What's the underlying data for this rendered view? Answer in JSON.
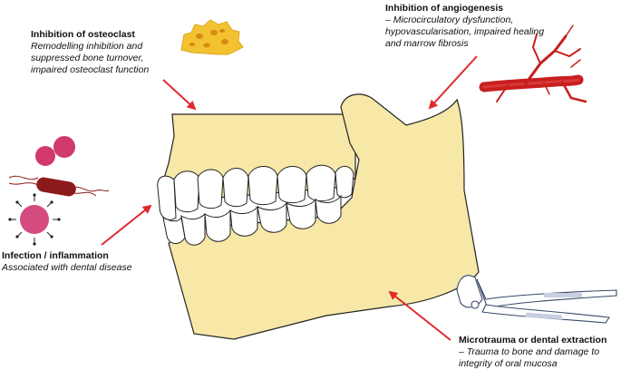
{
  "colors": {
    "jaw": "#f7e8a8",
    "outline": "#222222",
    "arrow": "#e02a2e",
    "osteoclast": "#f2c230",
    "vessel": "#c81e1e",
    "bacteria": "#d0386e",
    "bacillus": "#8c1a1a",
    "virus": "#d54b7f"
  },
  "labels": {
    "osteoclast": {
      "title": "Inhibition of osteoclast",
      "desc_1": "Remodelling inhibition and",
      "desc_2": "suppressed bone turnover,",
      "desc_3": "impaired osteoclast function"
    },
    "angiogenesis": {
      "title": "Inhibition of angiogenesis",
      "desc_1": "– Microcirculatory dysfunction,",
      "desc_2": "hypovascularisation, impaired healing",
      "desc_3": "and marrow fibrosis"
    },
    "infection": {
      "title": "Infection / inflammation",
      "desc_1": "Associated with dental disease"
    },
    "microtrauma": {
      "title": "Microtrauma or dental extraction",
      "desc_1": "– Trauma to bone and damage to",
      "desc_2": "integrity of oral mucosa"
    }
  },
  "icons": [
    "osteoclast-icon",
    "blood-vessel-icon",
    "bacteria-icon",
    "extraction-forceps-icon"
  ]
}
